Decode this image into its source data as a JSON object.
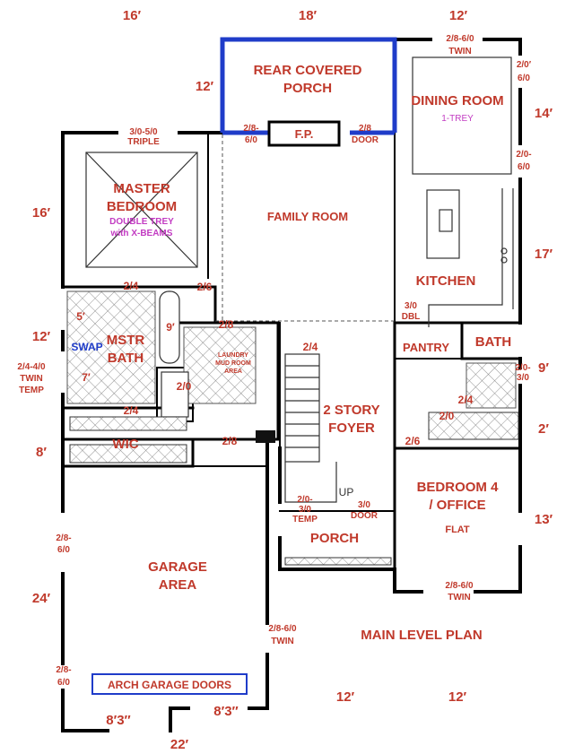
{
  "title": "MAIN LEVEL PLAN",
  "rooms": {
    "rear_porch_1": "REAR COVERED",
    "rear_porch_2": "PORCH",
    "fp": "F.P.",
    "dining": "DINING ROOM",
    "dining_ceiling": "1-TREY",
    "master_1": "MASTER",
    "master_2": "BEDROOM",
    "master_ceiling_1": "DOUBLE TREY",
    "master_ceiling_2": "with X-BEAMS",
    "family": "FAMILY ROOM",
    "kitchen": "KITCHEN",
    "mstr_bath_1": "MSTR",
    "mstr_bath_2": "BATH",
    "swap": "SWAP",
    "laundry_1": "LAUNDRY",
    "laundry_2": "MUD ROOM",
    "laundry_3": "AREA",
    "pantry": "PANTRY",
    "bath": "BATH",
    "foyer_1": "2 STORY",
    "foyer_2": "FOYER",
    "wic": "WIC",
    "bedroom4_1": "BEDROOM 4",
    "bedroom4_2": "/ OFFICE",
    "bedroom4_ceiling": "FLAT",
    "garage_1": "GARAGE",
    "garage_2": "AREA",
    "porch": "PORCH",
    "garage_doors": "ARCH  GARAGE DOORS",
    "up": "UP"
  },
  "dims": {
    "top_left": "16′",
    "top_mid": "18′",
    "top_right": "12′",
    "porch_depth": "12′",
    "dining_depth": "14′",
    "master_depth": "16′",
    "kitchen_depth": "17′",
    "bath_depth": "12′",
    "right_9": "9′",
    "right_2": "2′",
    "wic_depth": "8′",
    "bed4_depth": "13′",
    "garage_depth": "24′",
    "bottom_12a": "12′",
    "bottom_12b": "12′",
    "bottom_83a": "8′3″",
    "bottom_83b": "8′3″",
    "bottom_22": "22′",
    "shower_5": "5′",
    "shower_7": "7′",
    "bath_9": "9′"
  },
  "openings": {
    "twin_top_1": "2/8-6/0",
    "twin_top_2": "TWIN",
    "dining_win_1a": "2/0′",
    "dining_win_1b": "6/0",
    "dining_win_2a": "2/0-",
    "dining_win_2b": "6/0",
    "triple_1": "3/0-5/0",
    "triple_2": "TRIPLE",
    "porch_door_l_1": "2/8-",
    "porch_door_l_2": "6/0",
    "porch_door_r_1": "2/8",
    "porch_door_r_2": "DOOR",
    "d_24_master": "2/4",
    "d_26": "2/6",
    "d_28_laundry": "2/8",
    "d_24_foyer": "2/4",
    "d_30_dbl_1": "3/0",
    "d_30_dbl_2": "DBL",
    "d_20_bath": "2/0",
    "d_24_wic": "2/4",
    "d_28_wic": "2/8",
    "mb_win_1": "2/4-4/0",
    "mb_win_2": "TWIN",
    "mb_win_3": "TEMP",
    "bath_win_1": "2/0-",
    "bath_win_2": "3/0",
    "d_24_bath": "2/4",
    "d_20_closet": "2/0",
    "d_26_bed4": "2/6",
    "porch_win_1": "2/0-",
    "porch_win_2": "3/0",
    "porch_win_3": "TEMP",
    "porch_door_1": "3/0",
    "porch_door_2": "DOOR",
    "bed4_win_1": "2/8-6/0",
    "bed4_win_2": "TWIN",
    "garage_win_1a": "2/8-",
    "garage_win_1b": "6/0",
    "garage_win_2a": "2/8-",
    "garage_win_2b": "6/0",
    "garage_twin_1": "2/8-6/0",
    "garage_twin_2": "TWIN"
  },
  "colors": {
    "label": "#c0392b",
    "porch_outline": "#1f3cc9",
    "ceiling_note": "#c23bc2"
  }
}
